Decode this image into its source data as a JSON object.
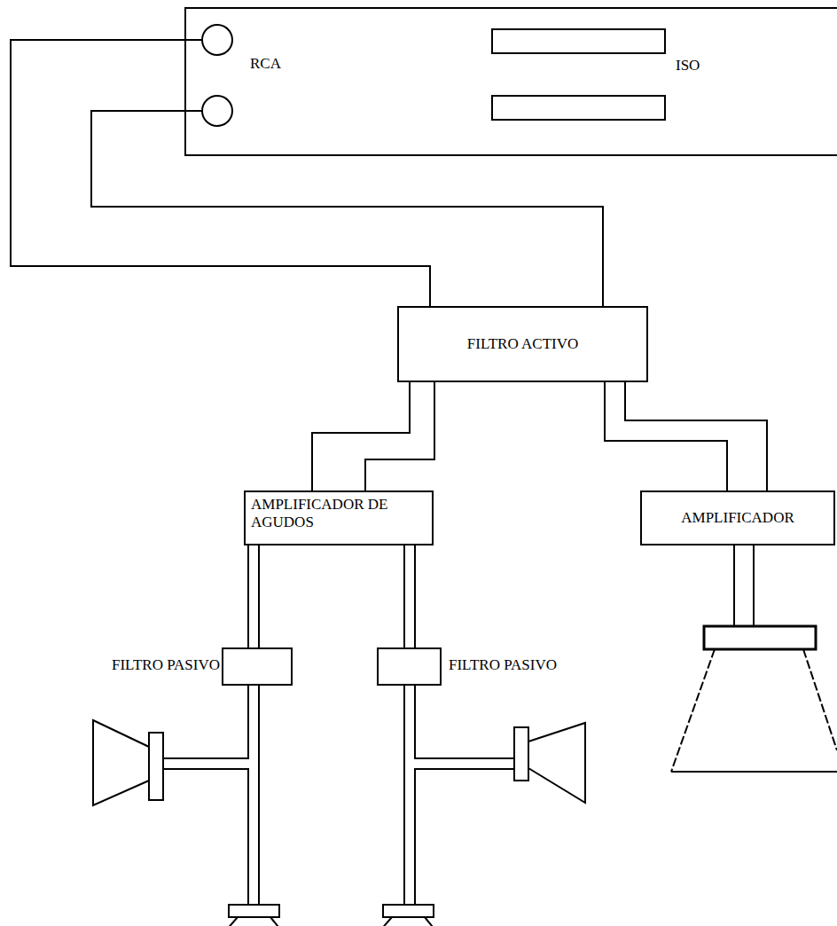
{
  "diagram": {
    "nodes": [
      {
        "text": [
          "RCA",
          "ISO"
        ]
      },
      {
        "text": [
          "FILTRO ACTIVO"
        ]
      },
      {
        "text": [
          "AMPLIFICADOR DE AGUDOS"
        ]
      },
      {
        "text": [
          "AMPLIFICADOR"
        ]
      },
      {
        "text": [
          "FILTRO PASIVO"
        ]
      },
      {
        "text": [
          "FILTRO PASIVO"
        ]
      }
    ],
    "edges": [
      {
        "from": 0,
        "to": 1,
        "arrow": "none"
      },
      {
        "from": 0,
        "to": 1,
        "arrow": "none"
      },
      {
        "from": 1,
        "to": 2,
        "arrow": "none"
      },
      {
        "from": 1,
        "to": 2,
        "arrow": "none"
      },
      {
        "from": 1,
        "to": 3,
        "arrow": "none"
      },
      {
        "from": 1,
        "to": 3,
        "arrow": "none"
      },
      {
        "from": 2,
        "to": 4,
        "arrow": "none"
      },
      {
        "from": 2,
        "to": 5,
        "arrow": "none"
      }
    ]
  }
}
